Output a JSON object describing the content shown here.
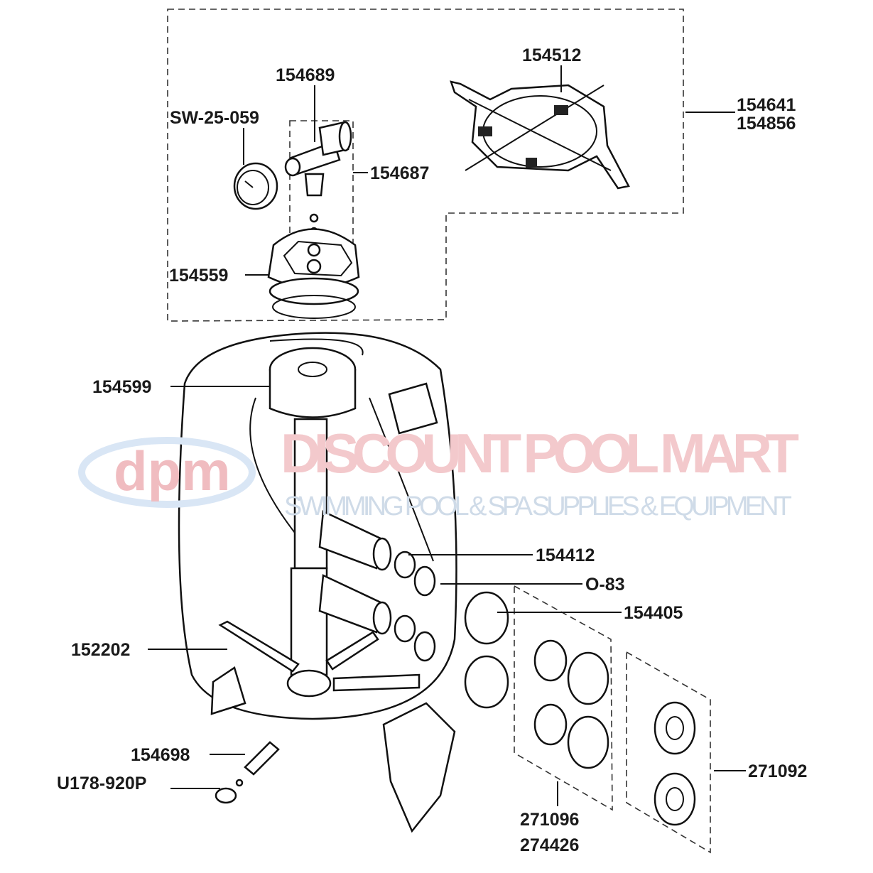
{
  "diagram": {
    "title_hidden": null,
    "watermark": {
      "brand": "DISCOUNT POOL MART",
      "tagline": "SWIMMING POOL & SPA SUPPLIES & EQUIPMENT",
      "logo_text": "dpm",
      "colors": {
        "brand": "#f3c9cc",
        "accent": "#cfe0f3"
      }
    },
    "labels": {
      "l154512": "154512",
      "l154689": "154689",
      "lsw": "SW-25-059",
      "l154641": "154641",
      "l154856": "154856",
      "l154687": "154687",
      "l154559": "154559",
      "l154599": "154599",
      "l154412": "154412",
      "lo83": "O-83",
      "l154405": "154405",
      "l152202": "152202",
      "l154698": "154698",
      "lu178": "U178-920P",
      "l271092": "271092",
      "l271096": "271096",
      "l274426": "274426"
    }
  }
}
